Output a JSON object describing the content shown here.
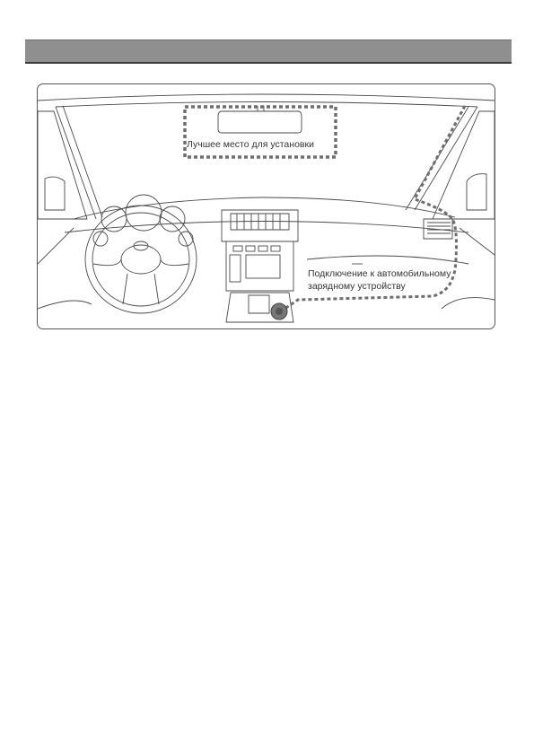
{
  "header": {
    "title": ""
  },
  "figure": {
    "best_location_label": "Лучшее место для установки",
    "charger_label_line1": "Подключение к автомобильному",
    "charger_label_line2": "зарядному устройству"
  },
  "colors": {
    "header_bar": "#8f8f8f",
    "header_rule": "#3a3a3a",
    "dotted_marker": "#6e6e6e"
  },
  "icons": [
    "car-interior-illustration",
    "mount-zone-marker",
    "cable-route-marker",
    "power-socket-icon"
  ]
}
